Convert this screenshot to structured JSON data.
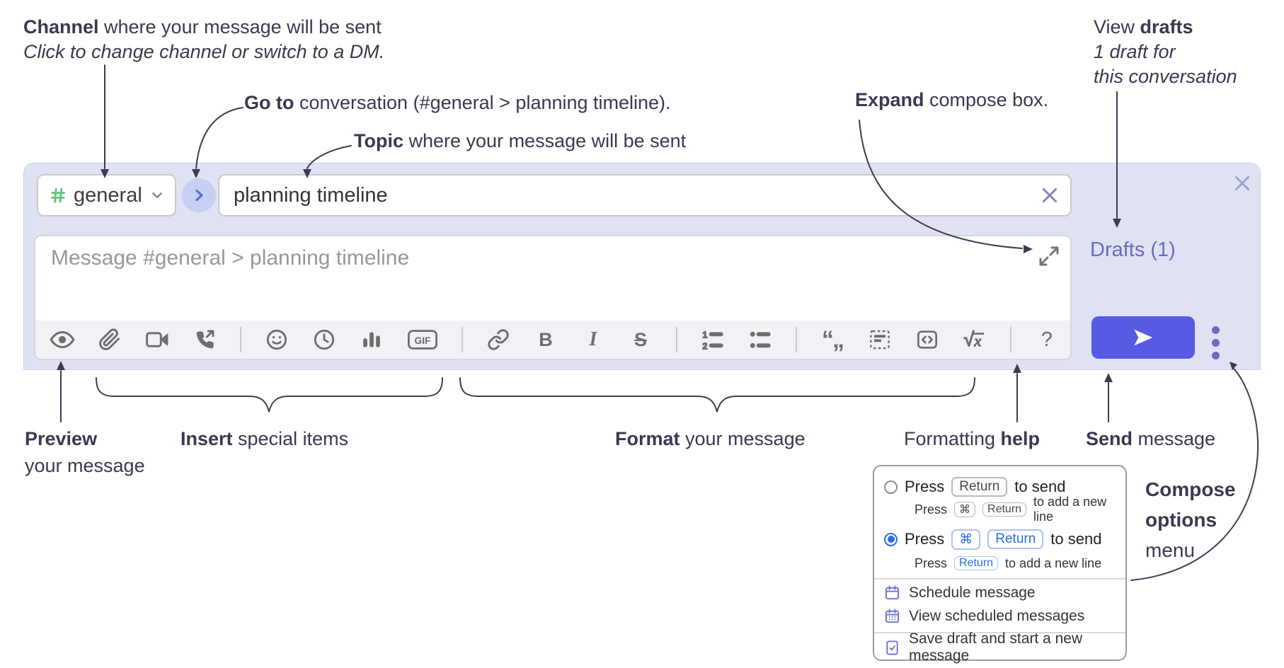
{
  "colors": {
    "panel_bg": "#dfe2f2",
    "send_button": "#575ae2",
    "drafts_link": "#6d6ac2",
    "channel_hash_green": "#5fc47e",
    "goto_circle_bg": "#c7cff2",
    "goto_chevron_blue": "#4a6fe0",
    "selected_radio_blue": "#2b6ce6",
    "kbd_active_blue": "#2a6de0",
    "menu_icon_purple": "#7577d1",
    "annotation_text": "#39394f"
  },
  "annotations": {
    "channel": {
      "bold": "Channel",
      "rest": " where your message will be sent",
      "line2": "Click to change channel or switch to a DM."
    },
    "goto": {
      "bold": "Go to",
      "rest": " conversation (#general > planning timeline)."
    },
    "topic": {
      "bold": "Topic",
      "rest": " where your message will be sent"
    },
    "expand": {
      "bold": "Expand",
      "rest": " compose box."
    },
    "view_drafts": {
      "pre": "View ",
      "bold": "drafts",
      "line2": "1 draft for",
      "line3": "this conversation"
    },
    "preview": {
      "bold": "Preview",
      "line2": "your message"
    },
    "insert": {
      "bold": "Insert",
      "rest": " special items"
    },
    "format": {
      "bold": "Format",
      "rest": " your message"
    },
    "formatting_help": {
      "pre": "Formatting ",
      "bold": "help"
    },
    "send": {
      "bold": "Send",
      "rest": " message"
    },
    "compose_options": {
      "line1": "Compose",
      "line2": "options",
      "line3": "menu"
    }
  },
  "compose": {
    "channel_name": "general",
    "topic_value": "planning timeline",
    "message_placeholder": "Message #general > planning timeline",
    "drafts_label": "Drafts (1)",
    "toolbar": {
      "icons": [
        "preview",
        "attach-file",
        "video-call",
        "audio-call",
        "emoji",
        "time",
        "poll",
        "gif",
        "link",
        "bold",
        "italic",
        "strikethrough",
        "numbered-list",
        "bulleted-list",
        "quote",
        "spoiler",
        "code",
        "math",
        "help"
      ],
      "gif": "GIF",
      "bold": "B",
      "italic": "I",
      "strike": "S",
      "math": "√x",
      "help": "?"
    }
  },
  "compose_menu": {
    "options": [
      {
        "selected": false,
        "press": "Press",
        "keys": [
          "Return"
        ],
        "suffix": "to send",
        "sub_press": "Press",
        "sub_keys": [
          "⌘",
          "Return"
        ],
        "sub_suffix": "to add a new line"
      },
      {
        "selected": true,
        "press": "Press",
        "keys": [
          "⌘",
          "Return"
        ],
        "suffix": "to send",
        "sub_press": "Press",
        "sub_keys": [
          "Return"
        ],
        "sub_suffix": "to add a new line"
      }
    ],
    "items": [
      {
        "icon": "calendar-icon",
        "label": "Schedule message"
      },
      {
        "icon": "calendar-grid-icon",
        "label": "View scheduled messages"
      },
      {
        "icon": "save-draft-icon",
        "label": "Save draft and start a new message"
      }
    ]
  }
}
